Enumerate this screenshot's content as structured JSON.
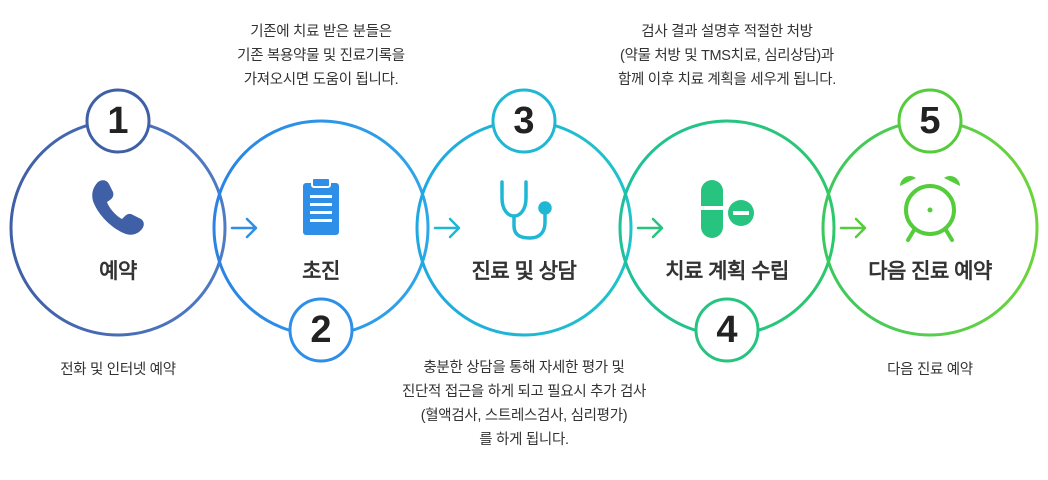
{
  "steps": [
    {
      "number": "1",
      "title": "예약",
      "icon": "phone-icon",
      "color": "#3f5fa6"
    },
    {
      "number": "2",
      "title": "초진",
      "icon": "clipboard-icon",
      "color": "#2f8fe8"
    },
    {
      "number": "3",
      "title": "진료 및 상담",
      "icon": "stethoscope-icon",
      "color": "#1fb7d4"
    },
    {
      "number": "4",
      "title": "치료 계획 수립",
      "icon": "pill-icon",
      "color": "#26c47f"
    },
    {
      "number": "5",
      "title": "다음 진료 예약",
      "icon": "alarm-clock-icon",
      "color": "#54cc3b"
    }
  ],
  "notes": {
    "step1": [
      "전화 및 인터넷 예약"
    ],
    "step2": [
      "기존에 치료 받은 분들은",
      "기존 복용약물 및 진료기록을",
      "가져오시면 도움이 됩니다."
    ],
    "step3": [
      "충분한 상담을 통해  자세한 평가 및",
      "진단적 접근을 하게 되고 필요시 추가 검사",
      "(혈액검사, 스트레스검사, 심리평가)",
      "를 하게 됩니다."
    ],
    "step4": [
      "검사 결과 설명후 적절한 처방",
      "(약물 처방 및 TMS치료, 심리상담)과",
      "함께 이후 치료 계획을 세우게 됩니다."
    ],
    "step5": [
      "다음 진료 예약"
    ]
  }
}
